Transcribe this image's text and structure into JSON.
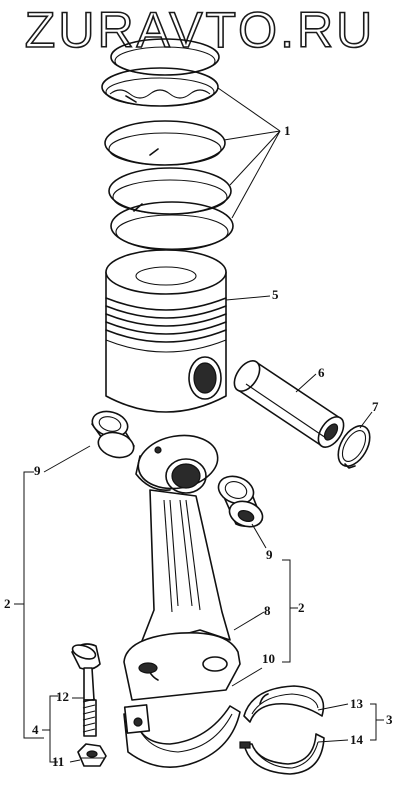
{
  "watermark": "ZURAVTO.RU",
  "callouts": {
    "c1": "1",
    "c2_left": "2",
    "c2_right": "2",
    "c3": "3",
    "c4": "4",
    "c5": "5",
    "c6": "6",
    "c7": "7",
    "c8": "8",
    "c9_a": "9",
    "c9_b": "9",
    "c10": "10",
    "c11": "11",
    "c12": "12",
    "c13": "13",
    "c14": "14"
  }
}
